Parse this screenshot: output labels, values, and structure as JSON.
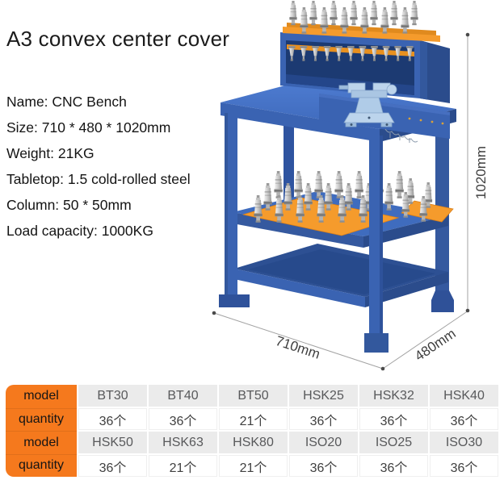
{
  "title": "A3 convex center cover",
  "specs": [
    "Name: CNC Bench",
    "Size: 710 * 480 * 1020mm",
    "Weight: 21KG",
    "Tabletop: 1.5 cold-rolled steel",
    "Column: 50 * 50mm",
    "Load capacity: 1000KG"
  ],
  "dimensions": {
    "height": "1020mm",
    "width": "710mm",
    "depth": "480mm"
  },
  "table": {
    "rows": [
      {
        "header": "model",
        "cells": [
          "BT30",
          "BT40",
          "BT50",
          "HSK25",
          "HSK32",
          "HSK40"
        ]
      },
      {
        "header": "quantity",
        "cells": [
          "36个",
          "36个",
          "21个",
          "36个",
          "36个",
          "36个"
        ]
      },
      {
        "header": "model",
        "cells": [
          "HSK50",
          "HSK63",
          "HSK80",
          "ISO20",
          "ISO25",
          "ISO30"
        ]
      },
      {
        "header": "quantity",
        "cells": [
          "36个",
          "21个",
          "21个",
          "36个",
          "36个",
          "36个"
        ]
      }
    ]
  },
  "colors": {
    "accent_orange": "#f5791d",
    "rack_orange": "#f59b2c",
    "bench_blue": "#3a63b2",
    "bench_blue_dark": "#2b4c8c",
    "vise_blue": "#bcd4ec",
    "cell_gray": "#ebebeb"
  }
}
